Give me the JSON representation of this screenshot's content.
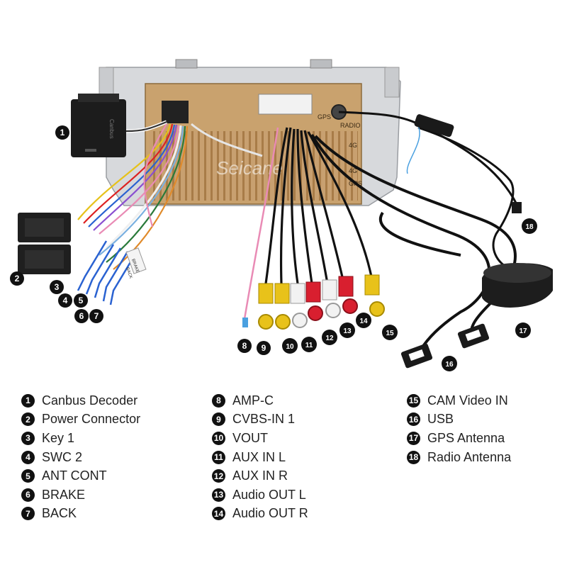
{
  "device": {
    "panel_labels": {
      "gps": "GPS",
      "radio": "RADIO",
      "fg1": "4G",
      "fg2": "4G",
      "gps2": "GPS",
      "watermark": "Seicane"
    },
    "decoder_label": "Canbus",
    "tags": {
      "brake": "BRAKE",
      "back": "BACK"
    }
  },
  "callouts": [
    "1",
    "2",
    "3",
    "4",
    "5",
    "6",
    "7",
    "8",
    "9",
    "10",
    "11",
    "12",
    "13",
    "14",
    "15",
    "16",
    "17",
    "18"
  ],
  "legend": {
    "columns": [
      [
        {
          "num": "1",
          "label": "Canbus Decoder"
        },
        {
          "num": "2",
          "label": "Power Connector"
        },
        {
          "num": "3",
          "label": "Key 1"
        },
        {
          "num": "4",
          "label": "SWC 2"
        },
        {
          "num": "5",
          "label": "ANT CONT"
        },
        {
          "num": "6",
          "label": "BRAKE"
        },
        {
          "num": "7",
          "label": "BACK"
        }
      ],
      [
        {
          "num": "8",
          "label": "AMP-C"
        },
        {
          "num": "9",
          "label": "CVBS-IN 1"
        },
        {
          "num": "10",
          "label": "VOUT"
        },
        {
          "num": "11",
          "label": "AUX IN L"
        },
        {
          "num": "12",
          "label": "AUX IN R"
        },
        {
          "num": "13",
          "label": "Audio OUT L"
        },
        {
          "num": "14",
          "label": "Audio OUT R"
        }
      ],
      [
        {
          "num": "15",
          "label": "CAM Video IN"
        },
        {
          "num": "16",
          "label": "USB"
        },
        {
          "num": "17",
          "label": "GPS Antenna"
        },
        {
          "num": "18",
          "label": "Radio Antenna"
        }
      ]
    ]
  }
}
